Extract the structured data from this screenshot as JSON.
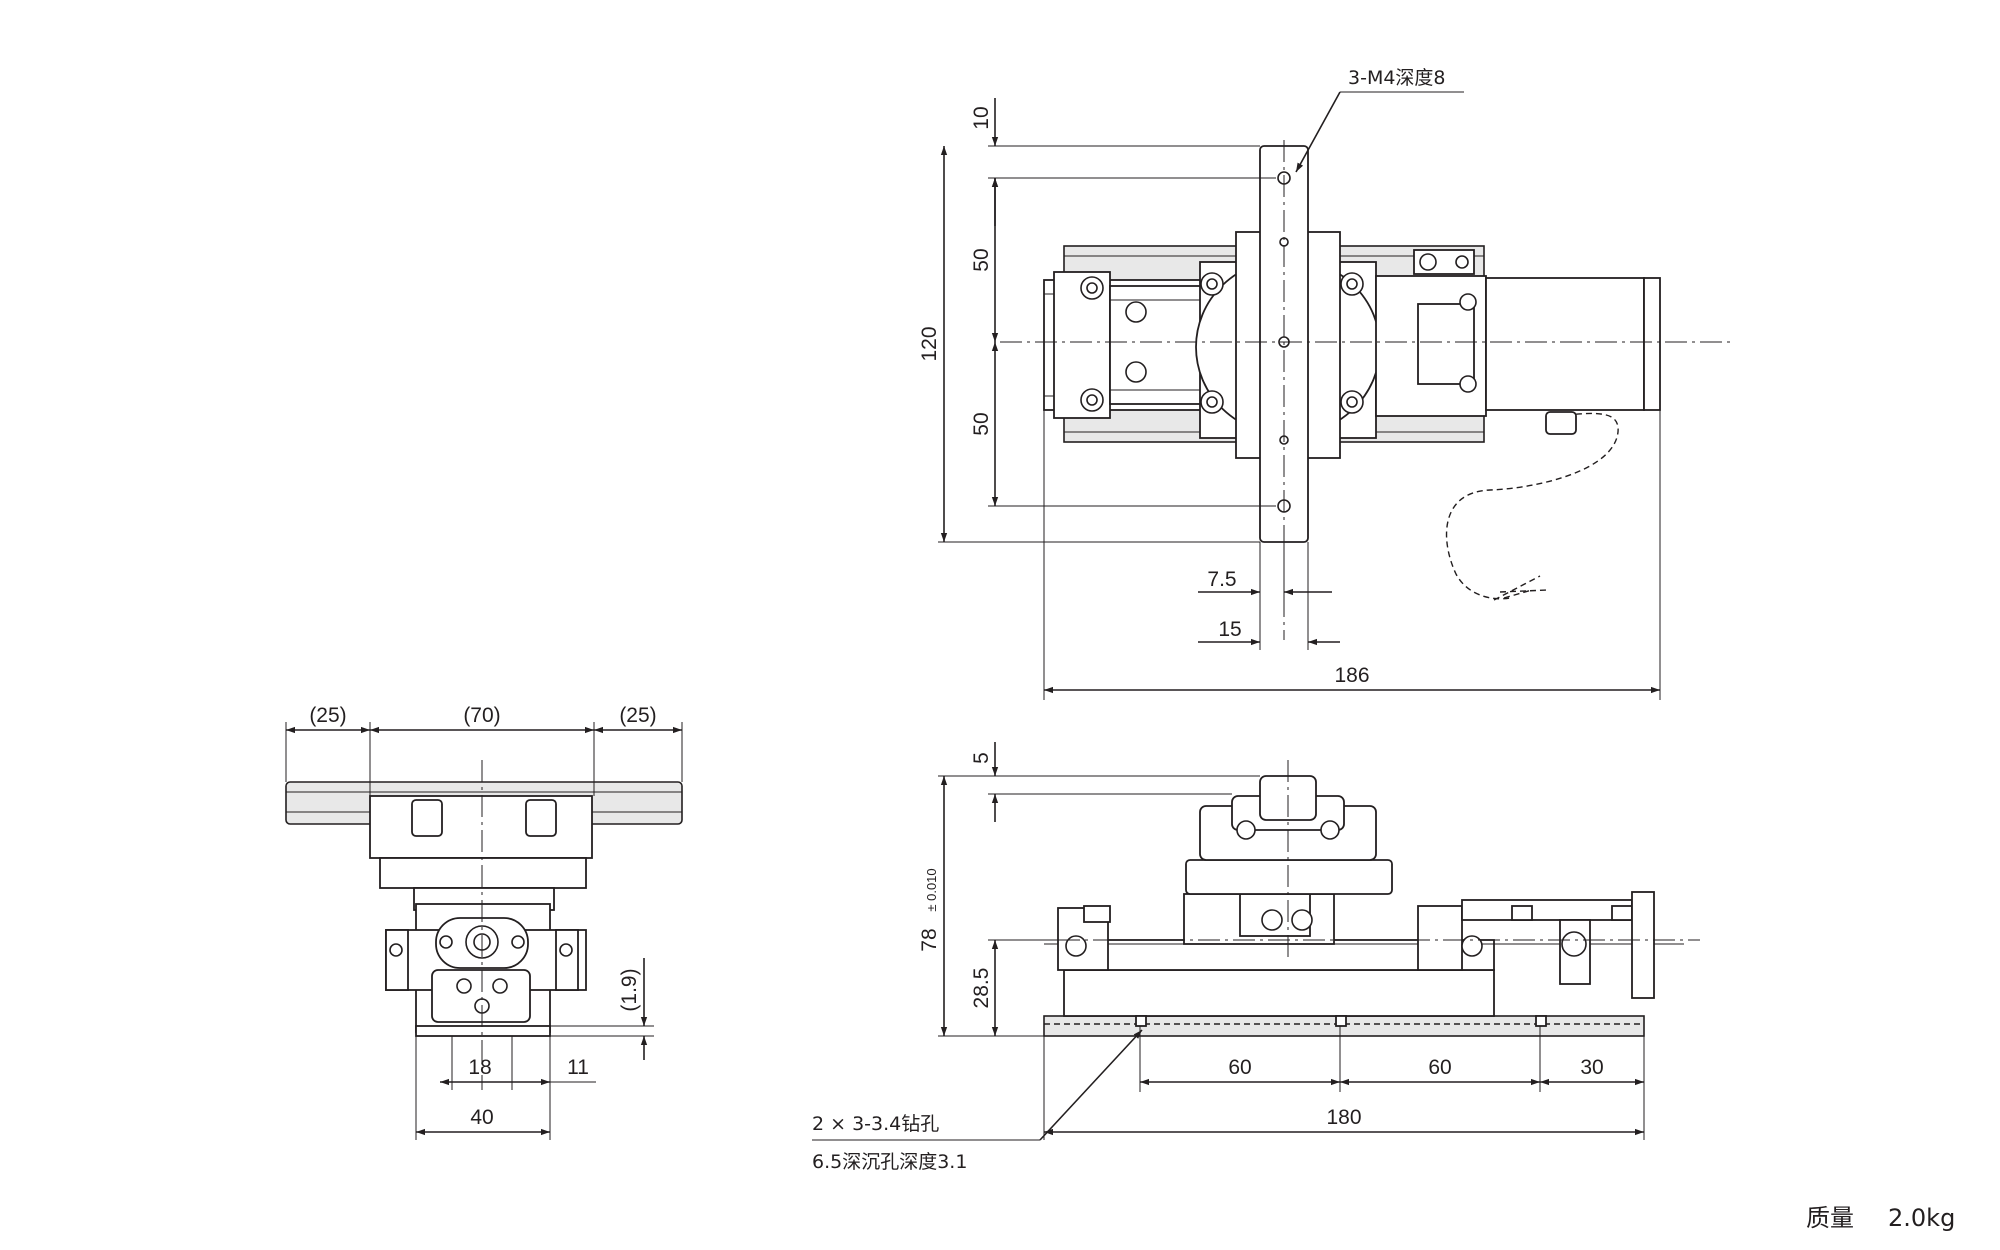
{
  "drawing": {
    "top_view": {
      "dimensions": {
        "top_offset": "10",
        "hole_pitch_upper": "50",
        "hole_pitch_lower": "50",
        "overall_height": "120",
        "hole_offset": "7.5",
        "plate_width": "15",
        "overall_length": "186"
      },
      "callout": "3-M4深度8"
    },
    "side_view": {
      "dimensions": {
        "top_gap": "5",
        "height": "78",
        "height_tolerance": "± 0.010",
        "base_height": "28.5",
        "pitch_1": "60",
        "pitch_2": "60",
        "end_offset": "30",
        "overall_length": "180"
      },
      "callout_line1": "2 × 3-3.4钻孔",
      "callout_line2": "6.5深沉孔深度3.1"
    },
    "end_view": {
      "dimensions": {
        "left_overhang": "(25)",
        "table_width": "(70)",
        "right_overhang": "(25)",
        "gap": "(1.9)",
        "hole_spacing": "18",
        "edge_offset": "11",
        "base_width": "40"
      }
    },
    "mass": {
      "label": "质量",
      "value": "2.0kg"
    }
  }
}
